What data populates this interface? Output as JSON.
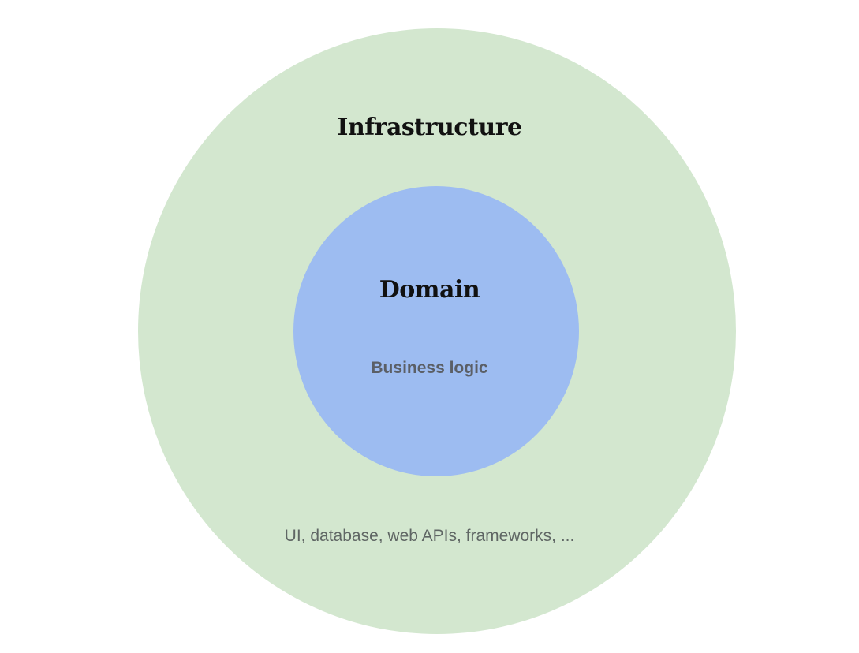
{
  "diagram": {
    "outer": {
      "title": "Infrastructure",
      "subtitle": "UI, database, web APIs, frameworks, ...",
      "color": "#d3e7cf"
    },
    "inner": {
      "title": "Domain",
      "subtitle": "Business logic",
      "color": "#9dbcf1"
    }
  }
}
